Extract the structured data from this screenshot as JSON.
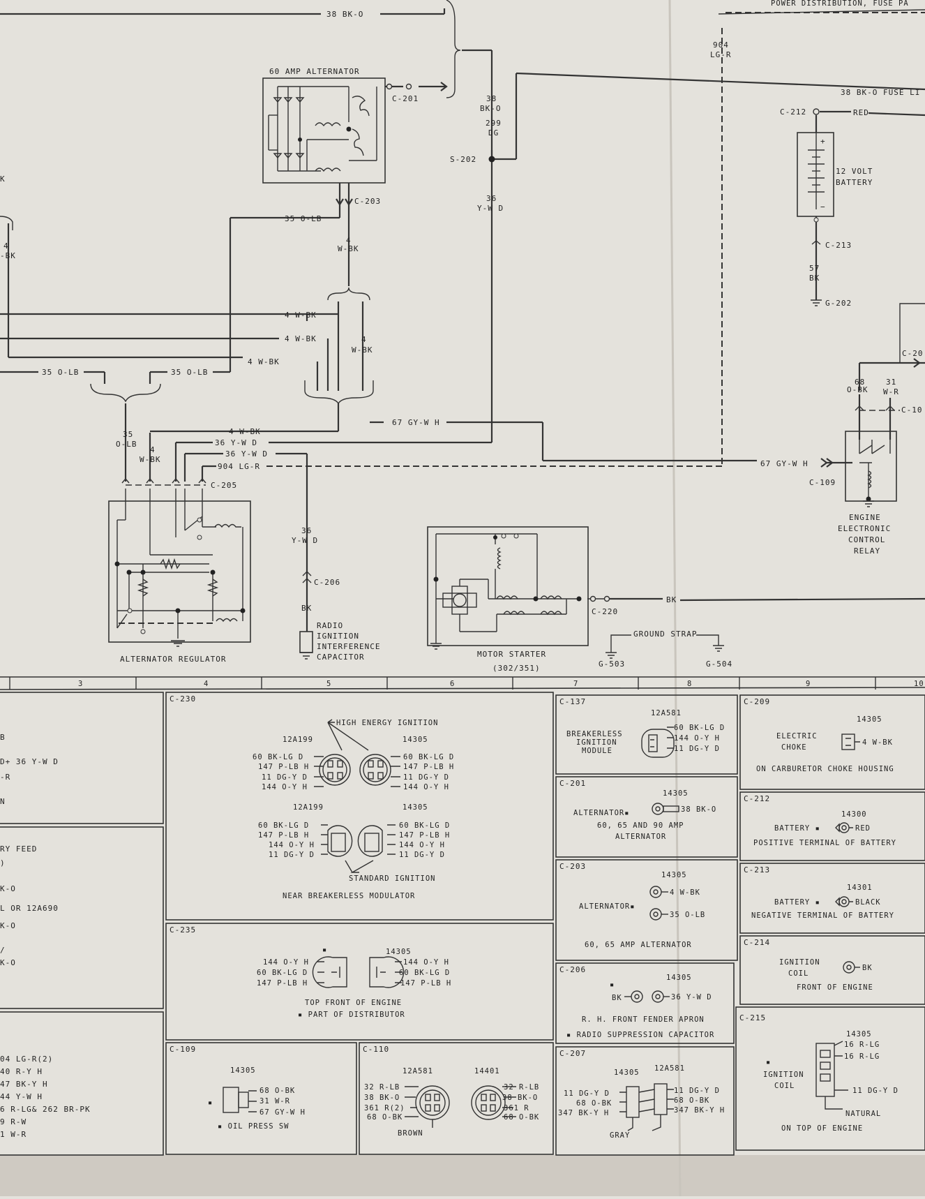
{
  "header": {
    "top_right": "POWER DISTRIBUTION, FUSE PA"
  },
  "wires": {
    "w38_top": "38 BK-O",
    "w904": "904",
    "w904b": "LG-R",
    "w38_fuse": "38 BK-O FUSE LI",
    "red": "RED",
    "w38_vert": "38",
    "w38_vert2": "BK-O",
    "w299": "299",
    "w299b": "DG",
    "w36": "36",
    "w36b": "Y-W D",
    "w35_top": "35 O-LB",
    "w4_vert": "4",
    "w4_vert2": "W-BK",
    "w4a": "4 W-BK",
    "w4b": "4 W-BK",
    "w4c": "4 W-BK",
    "w4_right": "4",
    "w4_right2": "W-BK",
    "w35_left": "35 O-LB",
    "w35_mid": "35 O-LB",
    "w4_left": "4",
    "w4_left2": "-BK",
    "k_left": "K",
    "w35_vert": "35",
    "w35_vert2": "O-LB",
    "w4_vert3": "4",
    "w4_vert4": "W-BK",
    "w4_reg": "4 W-BK",
    "w36_reg1": "36 Y-W D",
    "w36_reg2": "36 Y-W D",
    "w904_reg": "904 LG-R",
    "w67_top": "67 GY-W H",
    "w67_right": "67 GY-W H",
    "w68": "68",
    "w68b": "O-BK",
    "w31": "31",
    "w31b": "W-R",
    "w36_radio": "36",
    "w36_radio2": "Y-W D",
    "bk_radio": "BK",
    "bk_starter": "BK",
    "w57": "57",
    "w57b": "BK",
    "ground_strap": "GROUND STRAP"
  },
  "components": {
    "alternator": "60 AMP ALTERNATOR",
    "battery1": "12 VOLT",
    "battery2": "BATTERY",
    "regulator": "ALTERNATOR REGULATOR",
    "radio1": "RADIO",
    "radio2": "IGNITION",
    "radio3": "INTERFERENCE",
    "radio4": "CAPACITOR",
    "starter": "MOTOR STARTER",
    "starter2": "(302/351)",
    "relay1": "ENGINE",
    "relay2": "ELECTRONIC",
    "relay3": "CONTROL",
    "relay4": "RELAY"
  },
  "connectors": {
    "c201": "C-201",
    "c203": "C-203",
    "s202": "S-202",
    "c212": "C-212",
    "c213": "C-213",
    "g202": "G-202",
    "c205": "C-205",
    "c206": "C-206",
    "c220": "C-220",
    "g503": "G-503",
    "g504": "G-504",
    "c109": "C-109",
    "c20x": "C-20",
    "c10x": "C-10"
  },
  "grid": [
    "3",
    "4",
    "5",
    "6",
    "7",
    "8",
    "9",
    "10"
  ],
  "left_panels": {
    "t1": "B",
    "t2": "D+ 36 Y-W D",
    "t3": "-R",
    "t4": "N",
    "t5": "RY FEED",
    "t6": ")",
    "t7": "K-O",
    "t8": "L OR 12A690",
    "t9": "K-O",
    "t10": "/",
    "t11": "K-O",
    "b1": "04 LG-R(2)",
    "b2": "40 R-Y H",
    "b3": "47 BK-Y H",
    "b4": "44 Y-W H",
    "b5": "6 R-LG& 262 BR-PK",
    "b6": "9 R-W",
    "b7": "1 W-R"
  },
  "c230": {
    "id": "C-230",
    "hei": "HIGH ENERGY IGNITION",
    "p1": "12A199",
    "p2": "14305",
    "p3": "12A199",
    "p4": "14305",
    "l1": "60 BK-LG D",
    "l2": "147 P-LB H",
    "l3": "11 DG-Y D",
    "l4": "144 O-Y H",
    "r1": "60 BK-LG D",
    "r2": "147 P-LB H",
    "r3": "11 DG-Y D",
    "r4": "144 O-Y H",
    "l5": "60 BK-LG D",
    "l6": "147 P-LB H",
    "l7": "144 O-Y H",
    "l8": "11 DG-Y D",
    "r5": "60 BK-LG D",
    "r6": "147 P-LB H",
    "r7": "144 O-Y H",
    "r8": "11 DG-Y D",
    "std": "STANDARD IGNITION",
    "loc": "NEAR BREAKERLESS MODULATOR"
  },
  "c235": {
    "id": "C-235",
    "mark": "▪",
    "p": "14305",
    "l1": "144 O-Y H",
    "l2": "60 BK-LG D",
    "l3": "147 P-LB H",
    "r1": "144 O-Y H",
    "r2": "60 BK-LG D",
    "r3": "147 P-LB H",
    "loc1": "TOP FRONT OF ENGINE",
    "loc2": "▪ PART OF DISTRIBUTOR"
  },
  "c109": {
    "id": "C-109",
    "p": "14305",
    "mark": "▪",
    "r1": "68 O-BK",
    "r2": "31 W-R",
    "r3": "67 GY-W H",
    "loc": "▪ OIL PRESS SW"
  },
  "c110": {
    "id": "C-110",
    "p1": "12A581",
    "p2": "14401",
    "l1": "32 R-LB",
    "l2": "38 BK-O",
    "l3": "361 R(2)",
    "l4": "68 O-BK",
    "r1": "32 R-LB",
    "r2": "38 BK-O",
    "r3": "361 R",
    "r4": "68 O-BK",
    "brown": "BROWN"
  },
  "c137": {
    "id": "C-137",
    "p": "12A581",
    "d1": "BREAKERLESS",
    "d2": "IGNITION",
    "d3": "MODULE",
    "r1": "60 BK-LG D",
    "r2": "144 O-Y H",
    "r3": "11 DG-Y D"
  },
  "c201": {
    "id": "C-201",
    "p": "14305",
    "d": "ALTERNATOR▪",
    "w": "38 BK-O",
    "n1": "60, 65 AND 90 AMP",
    "n2": "ALTERNATOR"
  },
  "c203": {
    "id": "C-203",
    "p": "14305",
    "d": "ALTERNATOR▪",
    "w1": "4 W-BK",
    "w2": "35 O-LB",
    "n": "60, 65 AMP ALTERNATOR"
  },
  "c206": {
    "id": "C-206",
    "mark": "▪",
    "p": "14305",
    "l": "BK",
    "r": "36 Y-W D",
    "n1": "R. H. FRONT FENDER APRON",
    "n2": "▪ RADIO SUPPRESSION CAPACITOR"
  },
  "c207": {
    "id": "C-207",
    "p1": "14305",
    "p2": "12A581",
    "l1": "11 DG-Y D",
    "l2": "68 O-BK",
    "l3": "347 BK-Y H",
    "r1": "11 DG-Y D",
    "r2": "68 O-BK",
    "r3": "347 BK-Y H",
    "gray": "GRAY"
  },
  "c209": {
    "id": "C-209",
    "p": "14305",
    "d1": "ELECTRIC",
    "d2": "CHOKE",
    "w": "4 W-BK",
    "n": "ON CARBURETOR CHOKE HOUSING"
  },
  "c212": {
    "id": "C-212",
    "p": "14300",
    "d": "BATTERY ▪",
    "w": "RED",
    "n": "POSITIVE TERMINAL OF BATTERY"
  },
  "c213": {
    "id": "C-213",
    "p": "14301",
    "d": "BATTERY ▪",
    "w": "BLACK",
    "n": "NEGATIVE TERMINAL OF BATTERY"
  },
  "c214": {
    "id": "C-214",
    "d1": "IGNITION",
    "d2": "COIL",
    "w": "BK",
    "n": "FRONT OF ENGINE"
  },
  "c215": {
    "id": "C-215",
    "p": "14305",
    "mark": "▪",
    "d1": "IGNITION",
    "d2": "COIL",
    "w1": "16 R-LG",
    "w2": "16 R-LG",
    "w3": "11 DG-Y D",
    "nat": "NATURAL",
    "n": "ON TOP OF ENGINE"
  }
}
